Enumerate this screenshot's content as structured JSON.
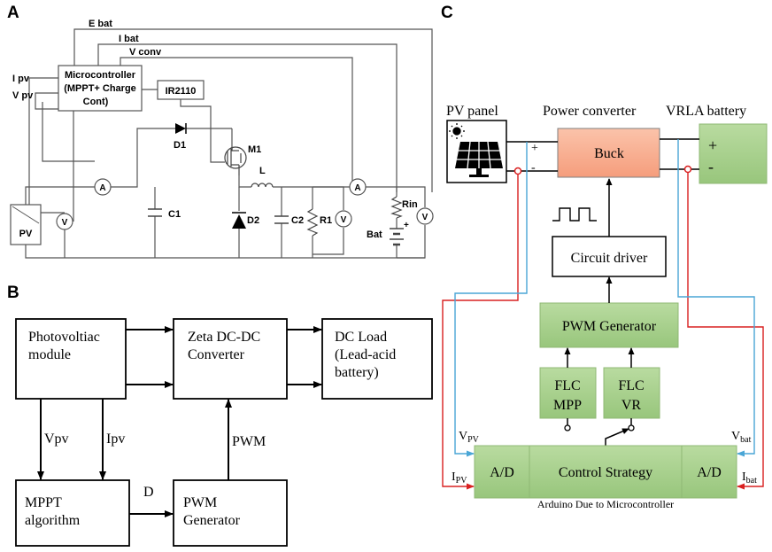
{
  "panels": {
    "a": {
      "letter": "A",
      "signals": {
        "e_bat": "E bat",
        "i_bat": "I bat",
        "v_conv": "V conv",
        "i_pv": "I pv",
        "v_pv": "V pv"
      },
      "microcontroller": {
        "line1": "Microcontroller",
        "line2": "(MPPT+ Charge",
        "line3": "Cont)"
      },
      "gate_driver": "IR2110",
      "components": {
        "d1": "D1",
        "m1": "M1",
        "l": "L",
        "c1": "C1",
        "d2": "D2",
        "c2": "C2",
        "r1": "R1",
        "rin": "Rin",
        "bat": "Bat",
        "plus": "+",
        "pv": "PV",
        "ammeter": "A",
        "voltmeter": "V"
      }
    },
    "b": {
      "letter": "B",
      "pv_module": {
        "line1": "Photovoltiac",
        "line2": "module"
      },
      "converter": {
        "line1": "Zeta DC-DC",
        "line2": "Converter"
      },
      "load": {
        "line1": "DC Load",
        "line2": "(Lead-acid",
        "line3": "battery)"
      },
      "mppt": {
        "line1": "MPPT",
        "line2": "algorithm"
      },
      "pwm": {
        "line1": "PWM",
        "line2": "Generator"
      },
      "signals": {
        "vpv": "Vpv",
        "ipv": "Ipv",
        "d": "D",
        "pwm": "PWM"
      }
    },
    "c": {
      "letter": "C",
      "pv_panel": "PV panel",
      "power_converter": "Power converter",
      "vrla": "VRLA battery",
      "buck": "Buck",
      "circuit_driver": "Circuit driver",
      "pwm_generator": "PWM Generator",
      "flc_mpp": {
        "line1": "FLC",
        "line2": "MPP"
      },
      "flc_vr": {
        "line1": "FLC",
        "line2": "VR"
      },
      "ad_left": "A/D",
      "control_strategy": "Control Strategy",
      "ad_right": "A/D",
      "arduino": "Arduino Due to Microcontroller",
      "plus": "+",
      "minus": "-",
      "vpv": {
        "base": "V",
        "sub": "PV"
      },
      "ipv": {
        "base": "I",
        "sub": "PV"
      },
      "vbat": {
        "base": "V",
        "sub": "bat"
      },
      "ibat": {
        "base": "I",
        "sub": "bat"
      }
    }
  },
  "colors": {
    "buck_fill": "#f8ad8e",
    "green_fill": "#a9d18e",
    "red_wire": "#d92020",
    "blue_wire": "#4aa6d6"
  }
}
